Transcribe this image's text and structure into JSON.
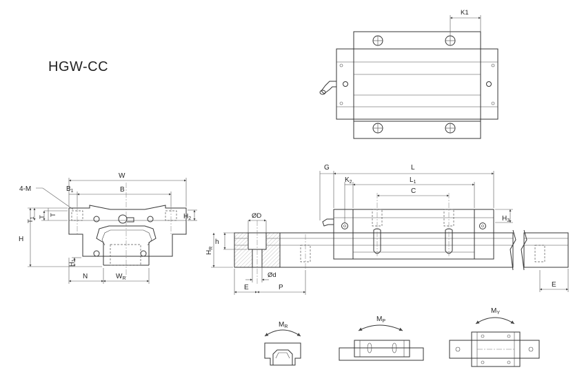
{
  "model": "HGW-CC",
  "dims": {
    "k1": "K1",
    "w": "W",
    "b": "B",
    "b1": "B",
    "b1_sub": "1",
    "m4": "4-M",
    "t": "T",
    "t1": "T",
    "t1_sub": "1",
    "h": "H",
    "h1": "H",
    "h1_sub": "1",
    "h2": "H",
    "h2_sub": "2",
    "n": "N",
    "wr": "W",
    "wr_sub": "R",
    "g": "G",
    "l": "L",
    "k2": "K",
    "k2_sub": "2",
    "l1": "L",
    "l1_sub": "1",
    "c": "C",
    "h3": "H",
    "h3_sub": "3",
    "od_big": "ØD",
    "od_small": "Ød",
    "h_small": "h",
    "hr": "H",
    "hr_sub": "R",
    "e_left": "E",
    "p": "P",
    "e_right": "E"
  },
  "moments": {
    "mr": "M",
    "mr_sub": "R",
    "mp": "M",
    "mp_sub": "P",
    "my": "M",
    "my_sub": "Y"
  }
}
